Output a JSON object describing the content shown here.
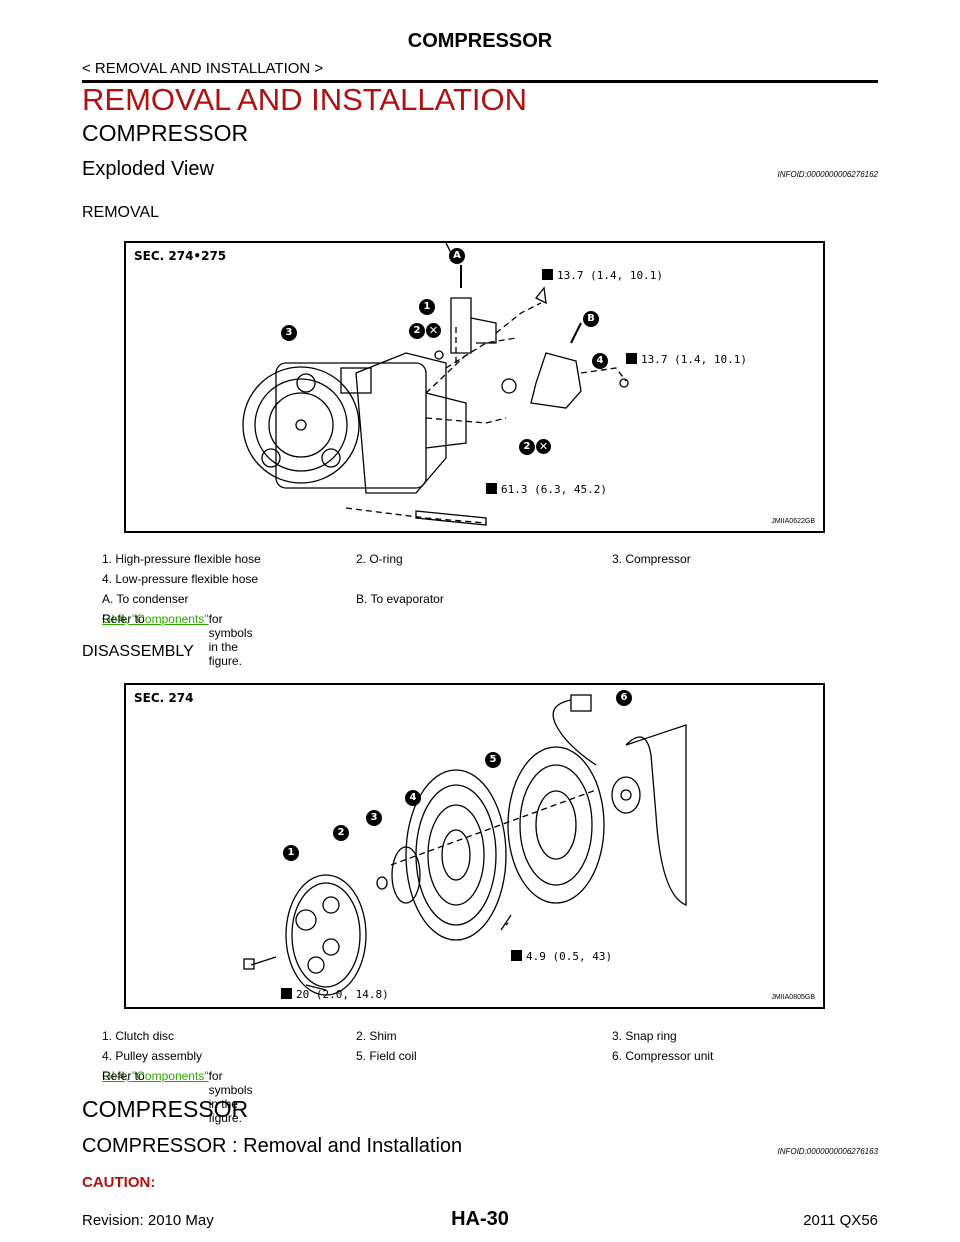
{
  "header": {
    "title": "COMPRESSOR",
    "breadcrumb": "< REMOVAL AND INSTALLATION >"
  },
  "section_title": "REMOVAL AND INSTALLATION",
  "subsection_title": "COMPRESSOR",
  "exploded_view": {
    "title": "Exploded View",
    "infoid": "INFOID:0000000006276162",
    "removal_heading": "REMOVAL",
    "figure1": {
      "sec": "SEC. 274•275",
      "code": "JMIIA0622GB",
      "callouts": [
        "A",
        "B",
        "1",
        "2",
        "3",
        "4",
        "2"
      ],
      "torque_top": "13.7 (1.4, 10.1)",
      "torque_mid": "13.7 (1.4, 10.1)",
      "torque_bottom": "61.3 (6.3, 45.2)"
    },
    "legend1": {
      "row1": [
        "1.  High-pressure flexible hose",
        "2.  O-ring",
        "3.  Compressor"
      ],
      "row2": [
        "4.  Low-pressure flexible hose"
      ],
      "row3": [
        "A.  To condenser",
        "B.  To evaporator"
      ],
      "refer_prefix": "Refer to ",
      "refer_link": "GI-4, \"Components\"",
      "refer_suffix": " for symbols in the figure."
    },
    "disassembly_heading": "DISASSEMBLY",
    "figure2": {
      "sec": "SEC. 274",
      "code": "JMIIA0805GB",
      "callouts": [
        "1",
        "2",
        "3",
        "4",
        "5",
        "6"
      ],
      "torque_mid": "4.9 (0.5, 43)",
      "torque_bottom": "20 (2.0, 14.8)"
    },
    "legend2": {
      "row1": [
        "1.  Clutch disc",
        "2.  Shim",
        "3.  Snap ring"
      ],
      "row2": [
        "4.  Pulley assembly",
        "5.  Field coil",
        "6.  Compressor unit"
      ],
      "refer_prefix": "Refer to ",
      "refer_link": "GI-4, \"Components\"",
      "refer_suffix": " for symbols in the figure."
    }
  },
  "compressor_section": {
    "heading": "COMPRESSOR",
    "subheading": "COMPRESSOR : Removal and Installation",
    "infoid": "INFOID:0000000006276163",
    "caution": "CAUTION:"
  },
  "footer": {
    "revision": "Revision: 2010 May",
    "page": "HA-30",
    "model": "2011 QX56"
  }
}
